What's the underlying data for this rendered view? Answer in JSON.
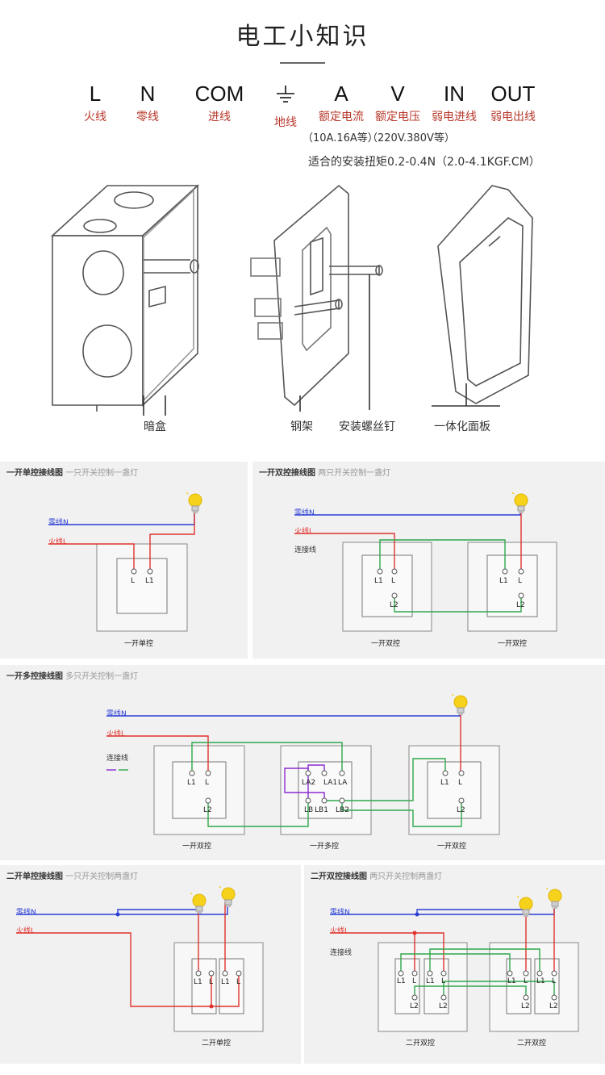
{
  "title": "电工小知识",
  "symbols": [
    {
      "code": "L",
      "desc": "火线"
    },
    {
      "code": "N",
      "desc": "零线"
    },
    {
      "code": "COM",
      "desc": "进线"
    },
    {
      "code": "",
      "desc": "地线",
      "icon": "ground-icon"
    },
    {
      "code": "A",
      "desc": "额定电流"
    },
    {
      "code": "V",
      "desc": "额定电压"
    },
    {
      "code": "IN",
      "desc": "弱电进线"
    },
    {
      "code": "OUT",
      "desc": "弱电出线"
    }
  ],
  "notes": {
    "current": "（10A.16A等）",
    "voltage": "（220V.380V等）"
  },
  "torque": "适合的安装扭矩0.2-0.4N（2.0-4.1KGF.CM）",
  "parts": [
    "暗盒",
    "钢架",
    "安装螺丝钉",
    "一体化面板"
  ],
  "colors": {
    "live": "#e0322c",
    "neutral": "#2a3fd6",
    "link_green": "#2ea84a",
    "link_purple": "#8a2bd0",
    "panel_bg": "#f1f1f1"
  },
  "diagrams": {
    "d1": {
      "title": "一开单控接线图",
      "subtitle": "一只开关控制一盏灯",
      "neutral": "零线N",
      "live": "火线L",
      "terms": [
        "L",
        "L1"
      ],
      "caption": "一开单控"
    },
    "d2": {
      "title": "一开双控接线图",
      "subtitle": "两只开关控制一盏灯",
      "neutral": "零线N",
      "live": "火线L",
      "link": "连接线",
      "terms": [
        "L1",
        "L",
        "L2"
      ],
      "caption": "一开双控"
    },
    "d3": {
      "title": "一开多控接线图",
      "subtitle": "多只开关控制一盏灯",
      "neutral": "零线N",
      "live": "火线L",
      "link": "连接线",
      "terms": [
        "L1",
        "L",
        "L2"
      ],
      "mid_terms": [
        "LA2",
        "LA1",
        "LA",
        "LB",
        "LB1",
        "LB2"
      ],
      "captions": [
        "一开双控",
        "一开多控",
        "一开双控"
      ]
    },
    "d4": {
      "title": "二开单控接线图",
      "subtitle": "一只开关控制两盏灯",
      "neutral": "零线N",
      "live": "火线L",
      "terms": [
        "L1",
        "L"
      ],
      "caption": "二开单控"
    },
    "d5": {
      "title": "二开双控接线图",
      "subtitle": "两只开关控制两盏灯",
      "neutral": "零线N",
      "live": "火线L",
      "link": "连接线",
      "terms": [
        "L1",
        "L",
        "L2"
      ],
      "caption": "二开双控"
    }
  }
}
